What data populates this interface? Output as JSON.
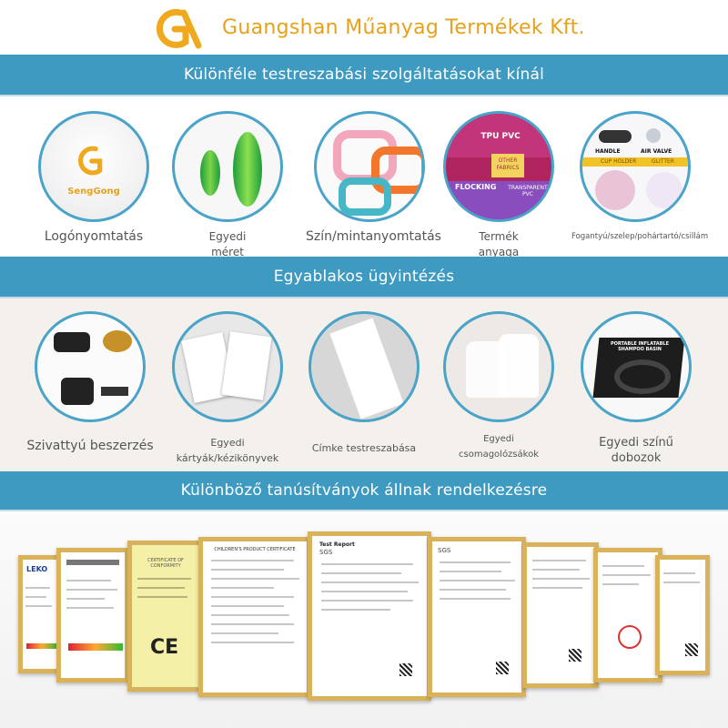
{
  "header": {
    "company": "Guangshan Műanyag Termékek Kft."
  },
  "bands": [
    "Különféle testreszabási szolgáltatásokat kínál",
    "Egyablakos ügyintézés",
    "Különböző tanúsítványok állnak rendelkezésre"
  ],
  "customization": [
    {
      "label": "Logónyomtatás",
      "inner_text": "SengGong"
    },
    {
      "label": "Egyedi\nméret"
    },
    {
      "label": "Szín/mintanyomtatás"
    },
    {
      "label": "Termék\nanyaga",
      "inner_lines": [
        "TPU PVC",
        "OTHER FABRICS",
        "FLOCKING",
        "TRANSPARENT PVC"
      ]
    },
    {
      "label": "Fogantyú/szelep/pohártartó/csillám",
      "inner_lines": [
        "HANDLE",
        "AIR VALVE",
        "CUP HOLDER",
        "GLITTER"
      ]
    }
  ],
  "services": [
    {
      "label": "Szivattyú beszerzés"
    },
    {
      "label": "Egyedi\nkártyák/kézikönyvek"
    },
    {
      "label": "Címke testreszabása"
    },
    {
      "label": "Egyedi\ncsomagolózsákok"
    },
    {
      "label": "Egyedi színű\ndobozok",
      "inner_text": "PORTABLE INFLATABLE SHAMPOO BASIN"
    }
  ],
  "certificates": {
    "texts": [
      "LEKO",
      "CERTIFICATE OF CONFORMITY",
      "CE",
      "CHILDREN'S PRODUCT CERTIFICATE",
      "Test Report",
      "SGS",
      "SGS"
    ]
  },
  "colors": {
    "band": "#3e9ac1",
    "brand": "#e5a21a",
    "frame": "#d9b25a",
    "circle_border": "#4aa3c9"
  }
}
